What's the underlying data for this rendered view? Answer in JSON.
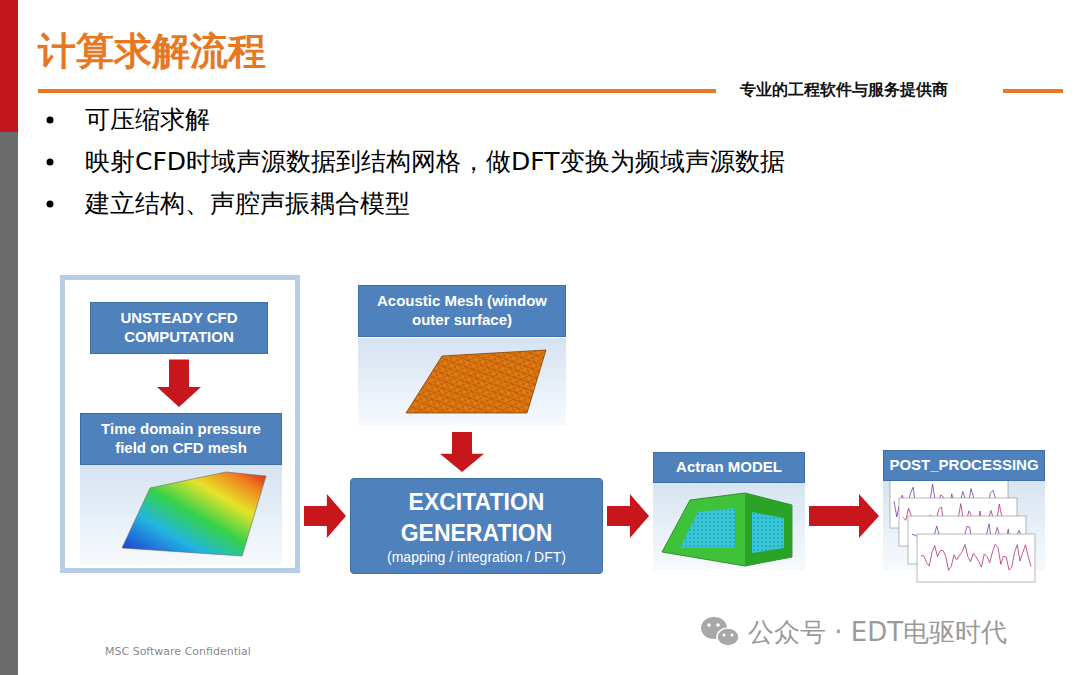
{
  "diagram": {
    "title": "计算求解流程",
    "nodes": [
      {
        "text": []
      },
      {
        "text": [
          "UNSTEADY CFD COMPUTATION"
        ],
        "in": 0
      },
      {
        "text": [
          "Time domain pressure field on CFD mesh"
        ],
        "in": 0
      },
      {
        "text": [
          "Acoustic Mesh (window outer surface)"
        ]
      },
      {
        "text": [
          "EXCITATION GENERATION",
          "(mapping / integration / DFT)"
        ]
      },
      {
        "text": [
          "Actran MODEL"
        ]
      },
      {
        "text": [
          "POST_PROCESSING"
        ]
      }
    ],
    "edges": [
      {
        "from": 1,
        "to": 2,
        "arrow": "to"
      },
      {
        "from": 3,
        "to": 4,
        "arrow": "to"
      },
      {
        "from": 0,
        "to": 4,
        "arrow": "to"
      },
      {
        "from": 4,
        "to": 5,
        "arrow": "to"
      },
      {
        "from": 5,
        "to": 6,
        "arrow": "to"
      }
    ],
    "labels": [
      "可压缩求解",
      "映射CFD时域声源数据到结构网格，做DFT变换为频域声源数据",
      "建立结构、声腔声振耦合模型",
      "专业的工程软件与服务提供商",
      "公众号 · EDT电驱时代",
      "MSC Software Confidential"
    ]
  }
}
